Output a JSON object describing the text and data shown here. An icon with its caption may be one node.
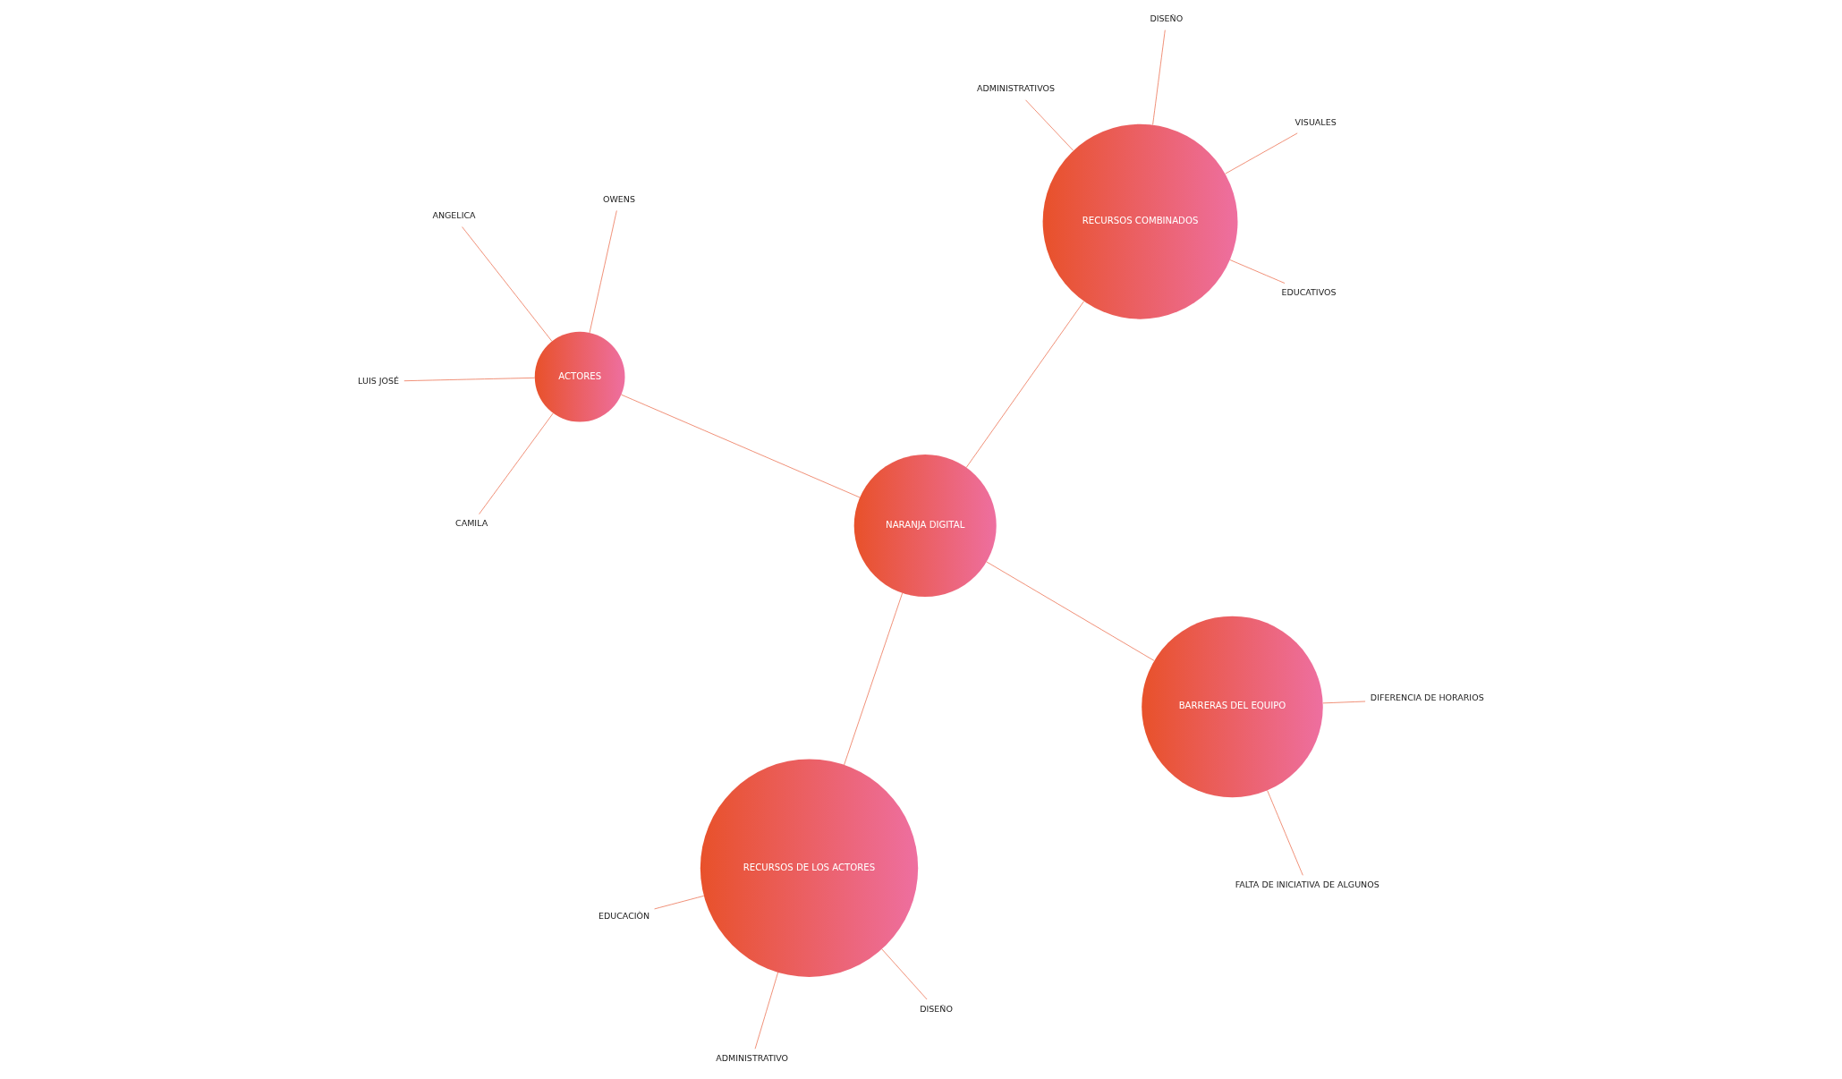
{
  "diagram": {
    "nodes": [
      {
        "text": [
          "NARANJA DIGITAL"
        ]
      },
      {
        "text": [
          "ACTORES"
        ]
      },
      {
        "text": [
          "CAMILA"
        ]
      },
      {
        "text": [
          "ANGELICA"
        ]
      },
      {
        "text": [
          "OWENS"
        ]
      },
      {
        "text": [
          "LUIS JOSÉ"
        ]
      },
      {
        "text": [
          "RECURSOS DE LOS ACTORES"
        ]
      },
      {
        "text": [
          "DISEÑO"
        ]
      },
      {
        "text": [
          "EDUCACIÒN"
        ]
      },
      {
        "text": [
          "ADMINISTRATIVO"
        ]
      },
      {
        "text": [
          "RECURSOS COMBINADOS"
        ]
      },
      {
        "text": [
          "ADMINISTRATIVOS"
        ]
      },
      {
        "text": [
          "EDUCATIVOS"
        ]
      },
      {
        "text": [
          "VISUALES"
        ]
      },
      {
        "text": [
          "DISEÑO"
        ]
      },
      {
        "text": [
          "BARRERAS DEL EQUIPO"
        ]
      },
      {
        "text": [
          "DIFERENCIA DE HORARIOS"
        ]
      },
      {
        "text": [
          "FALTA DE INICIATIVA DE ALGUNOS"
        ]
      }
    ],
    "edges": [
      {
        "from": 0,
        "to": 1,
        "arrow": "none"
      },
      {
        "from": 0,
        "to": 6,
        "arrow": "none"
      },
      {
        "from": 0,
        "to": 10,
        "arrow": "none"
      },
      {
        "from": 0,
        "to": 15,
        "arrow": "none"
      },
      {
        "from": 1,
        "to": 2,
        "arrow": "none"
      },
      {
        "from": 1,
        "to": 3,
        "arrow": "none"
      },
      {
        "from": 1,
        "to": 4,
        "arrow": "none"
      },
      {
        "from": 1,
        "to": 5,
        "arrow": "none"
      },
      {
        "from": 6,
        "to": 7,
        "arrow": "none"
      },
      {
        "from": 6,
        "to": 8,
        "arrow": "none"
      },
      {
        "from": 6,
        "to": 9,
        "arrow": "none"
      },
      {
        "from": 10,
        "to": 11,
        "arrow": "none"
      },
      {
        "from": 10,
        "to": 12,
        "arrow": "none"
      },
      {
        "from": 10,
        "to": 13,
        "arrow": "none"
      },
      {
        "from": 10,
        "to": 14,
        "arrow": "none"
      },
      {
        "from": 15,
        "to": 16,
        "arrow": "none"
      },
      {
        "from": 15,
        "to": 17,
        "arrow": "none"
      }
    ]
  }
}
